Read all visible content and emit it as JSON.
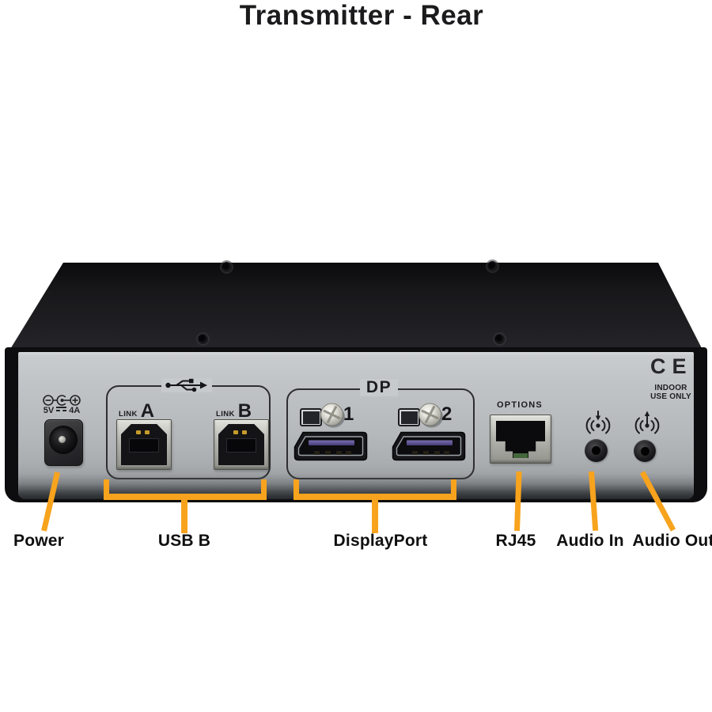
{
  "title": "Transmitter - Rear",
  "device": {
    "power": {
      "volts": "5V",
      "amps": "4A"
    },
    "usb_group": {
      "ports": [
        {
          "prefix": "LINK",
          "letter": "A"
        },
        {
          "prefix": "LINK",
          "letter": "B"
        }
      ]
    },
    "dp_group": {
      "label": "DP",
      "ports": [
        {
          "number": "1"
        },
        {
          "number": "2"
        }
      ]
    },
    "rj45": {
      "label": "OPTIONS"
    },
    "certification": {
      "mark": "CE",
      "line1": "INDOOR",
      "line2": "USE ONLY"
    }
  },
  "callouts": {
    "power": "Power",
    "usb": "USB B",
    "displayport": "DisplayPort",
    "rj45": "RJ45",
    "audio_in": "Audio In",
    "audio_out": "Audio Out"
  },
  "icons": {
    "polarity": "center-positive-polarity-icon",
    "usb": "usb-trident-icon",
    "monitor": "monitor-icon",
    "screw": "phillips-screw-icon",
    "audio_in": "audio-in-icon",
    "audio_out": "audio-out-icon"
  },
  "colors": {
    "accent_orange": "#F8A31D",
    "panel_gray": "#b5b9bc",
    "chassis_black": "#17171a",
    "text_dark": "#141414",
    "dp_pins_purple": "#5c5190",
    "usb_pins_gold": "#c79b2b",
    "rj45_pcb_green": "#4a7040"
  }
}
